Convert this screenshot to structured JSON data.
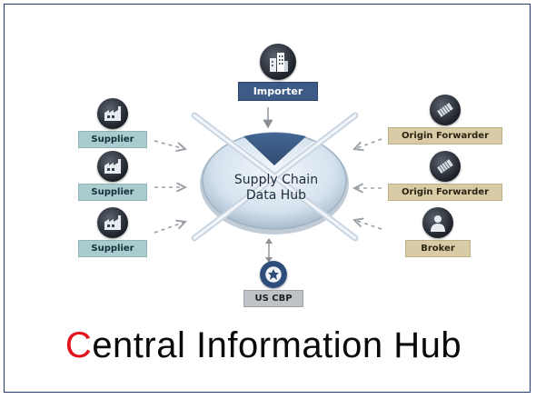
{
  "hub": {
    "line1": "Supply Chain",
    "line2": "Data Hub"
  },
  "importer": {
    "label": "Importer",
    "icon": "building-icon"
  },
  "cbp": {
    "label": "US CBP",
    "icon": "dhs-seal-icon"
  },
  "suppliers": [
    {
      "label": "Supplier",
      "icon": "factory-icon"
    },
    {
      "label": "Supplier",
      "icon": "factory-icon"
    },
    {
      "label": "Supplier",
      "icon": "factory-icon"
    }
  ],
  "forwarders": [
    {
      "label": "Origin Forwarder",
      "icon": "container-icon"
    },
    {
      "label": "Origin Forwarder",
      "icon": "container-icon"
    }
  ],
  "broker": {
    "label": "Broker",
    "icon": "person-icon"
  },
  "title": {
    "first_letter": "C",
    "rest": "entral Information Hub",
    "first_letter_color": "#e3141b"
  },
  "colors": {
    "frame": "#1f3b6e",
    "importer_label": "#3d5b86",
    "supplier_label": "#a9cccf",
    "forwarder_label": "#d8cba6",
    "hub_fill": "#dbe7f1",
    "hub_segment": "#2f4f78"
  }
}
